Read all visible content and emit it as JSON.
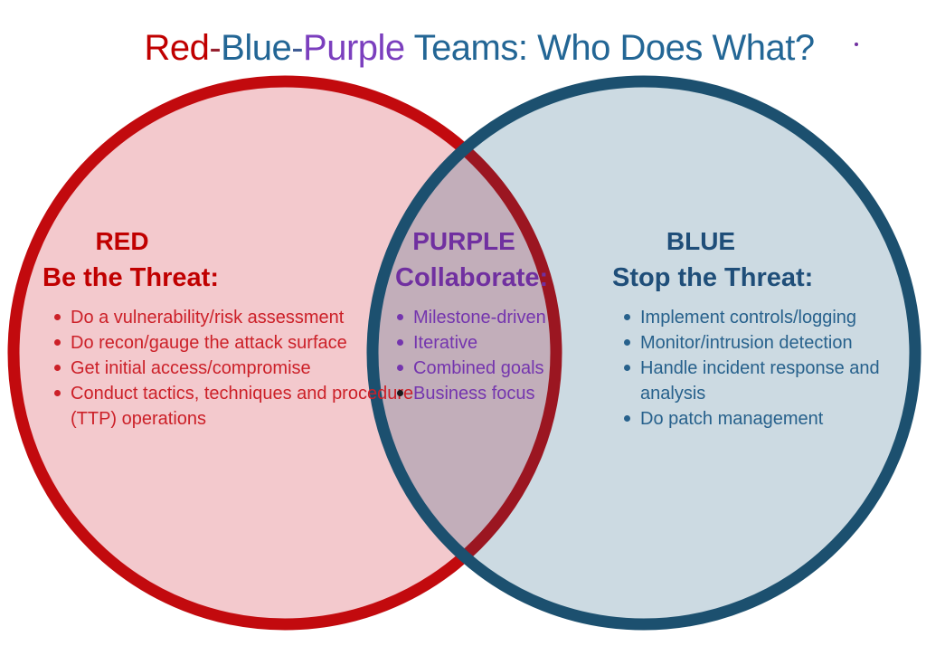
{
  "title": {
    "segments": [
      {
        "text": "Red",
        "color": "#C00000"
      },
      {
        "text": "-",
        "color": "#96202E"
      },
      {
        "text": "Blue",
        "color": "#236695"
      },
      {
        "text": "-",
        "color": "#3F5C94"
      },
      {
        "text": "Purple",
        "color": "#7B3FBE"
      },
      {
        "text": " Teams: Who Does What?",
        "color": "#236695"
      }
    ],
    "trailing_dot_color": "#7030A0"
  },
  "venn": {
    "red_circle": {
      "fill": "#F3C9CD",
      "stroke": "#C20A0E"
    },
    "blue_circle": {
      "fill": "rgba(0,70,110,0.2)",
      "stroke": "#1C506F"
    }
  },
  "sections": {
    "red": {
      "label": "RED",
      "subtitle": "Be the Threat:",
      "heading_color": "#C00000",
      "bullet_color": "#CC2028",
      "bullets": [
        "Do a vulnerability/risk assessment",
        "Do recon/gauge the attack surface",
        "Get initial access/compromise",
        "Conduct tactics, techniques and procedure (TTP) operations"
      ]
    },
    "purple": {
      "label": "PURPLE",
      "subtitle": "Collaborate:",
      "heading_color": "#7030A0",
      "bullet_color": "#7435AE",
      "last_marker_color": "#1A1A1A",
      "bullets": [
        "Milestone-driven",
        "Iterative",
        "Combined goals",
        "Business focus"
      ]
    },
    "blue": {
      "label": "BLUE",
      "subtitle": "Stop the Threat:",
      "heading_color": "#1F4E79",
      "bullet_color": "#27618C",
      "bullets": [
        "Implement controls/logging",
        "Monitor/intrusion detection",
        "Handle incident response and analysis",
        "Do patch management"
      ]
    }
  }
}
